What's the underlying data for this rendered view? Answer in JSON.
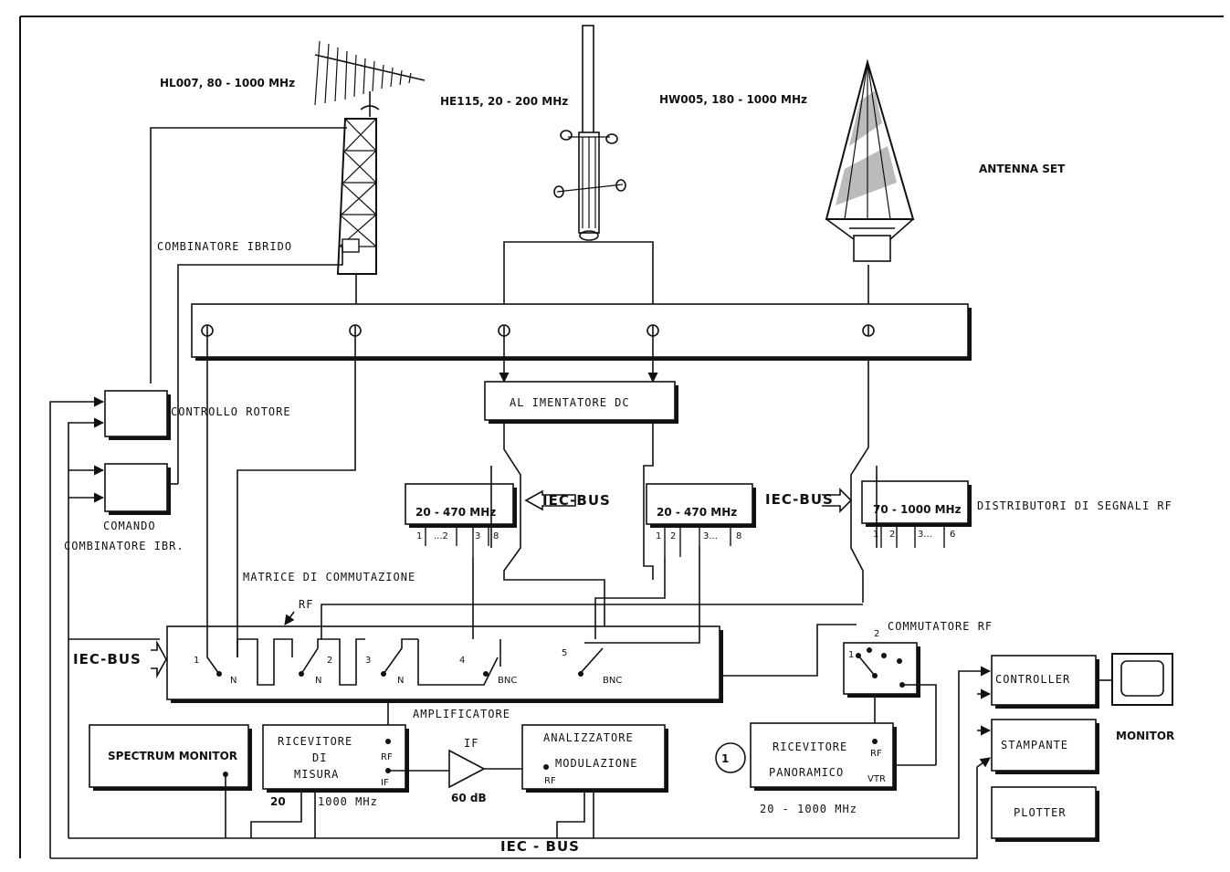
{
  "antennas": {
    "hl007": "HL007, 80 - 1000 MHz",
    "he115": "HE115, 20 - 200 MHz",
    "hw005": "HW005, 180 - 1000 MHz",
    "set_title": "ANTENNA SET"
  },
  "labels": {
    "combinatore_ibrido": "COMBINATORE  IBRIDO",
    "controllo_rotore": "CONTROLLO  ROTORE",
    "comando": "COMANDO",
    "combinatore_ibr": "COMBINATORE IBR.",
    "matrice": "MATRICE DI  COMMUTAZIONE",
    "distributori": "DISTRIBUTORI DI  SEGNALI  RF",
    "commutatore_rf": "COMMUTATORE  RF",
    "amplificatore": "AMPLIFICATORE",
    "rf_small": "RF",
    "range_panoramico": "20  -  1000 MHz",
    "monitor": "MONITOR",
    "circle_num": "1"
  },
  "boxes": {
    "alimentatore": "AL IMENTATORE  DC",
    "dist1": "20 - 470 MHz",
    "dist2": "20 - 470 MHz",
    "dist3": "70 - 1000 MHz",
    "dist1_ports": [
      "1",
      "...2",
      "3",
      "8"
    ],
    "dist2_ports": [
      "1",
      "2",
      "3...",
      "8"
    ],
    "dist3_ports": [
      "1",
      "2",
      "3...",
      "6"
    ],
    "spectrum": "SPECTRUM MONITOR",
    "ricevitore_misura": [
      "RICEVITORE",
      "DI",
      "MISURA"
    ],
    "ric_rf": "RF",
    "ric_if": "IF",
    "ric_range_lo": "20",
    "ric_range_hi": "1000 MHz",
    "amp_if": "IF",
    "amp_gain": "60 dB",
    "analizzatore": [
      "ANALIZZATORE",
      "MODULAZIONE"
    ],
    "an_rf": "RF",
    "panoramico": [
      "RICEVITORE",
      "PANORAMICO"
    ],
    "pan_rf": "RF",
    "pan_vtr": "VTR",
    "controller": "CONTROLLER",
    "stampante": "STAMPANTE",
    "plotter": "PLOTTER"
  },
  "matrix": {
    "ports": [
      "1",
      "2",
      "3",
      "4",
      "5"
    ],
    "types": [
      "N",
      "N",
      "N",
      "BNC",
      "BNC"
    ]
  },
  "commutatore": {
    "pos1": "1",
    "pos2": "2"
  },
  "buses": {
    "left": "IEC-BUS",
    "mid1": "IEC-BUS",
    "mid2": "IEC-BUS",
    "bottom": "IEC - BUS"
  }
}
